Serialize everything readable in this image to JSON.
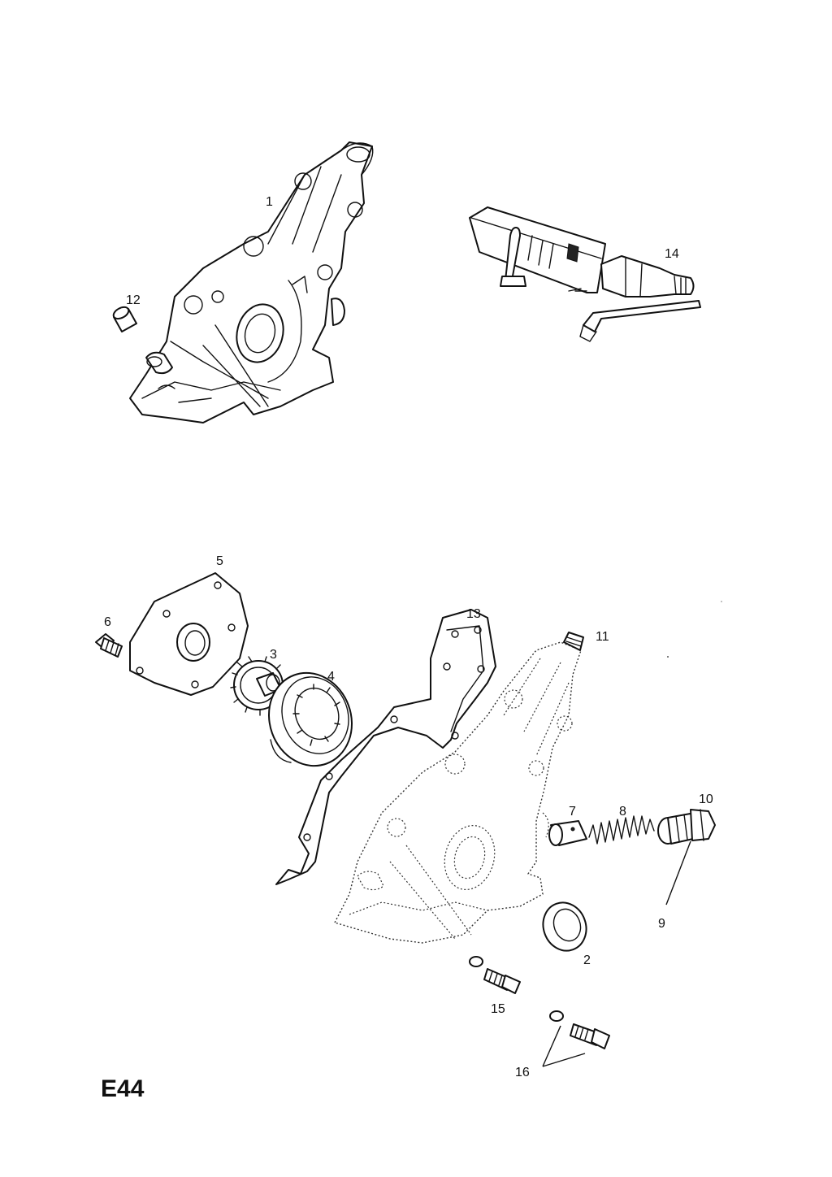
{
  "page_code": "E44",
  "callouts": {
    "c1": "1",
    "c2": "2",
    "c3": "3",
    "c4": "4",
    "c5": "5",
    "c6": "6",
    "c7": "7",
    "c8": "8",
    "c9": "9",
    "c10": "10",
    "c11": "11",
    "c12": "12",
    "c13": "13",
    "c14": "14",
    "c15": "15",
    "c16": "16"
  }
}
